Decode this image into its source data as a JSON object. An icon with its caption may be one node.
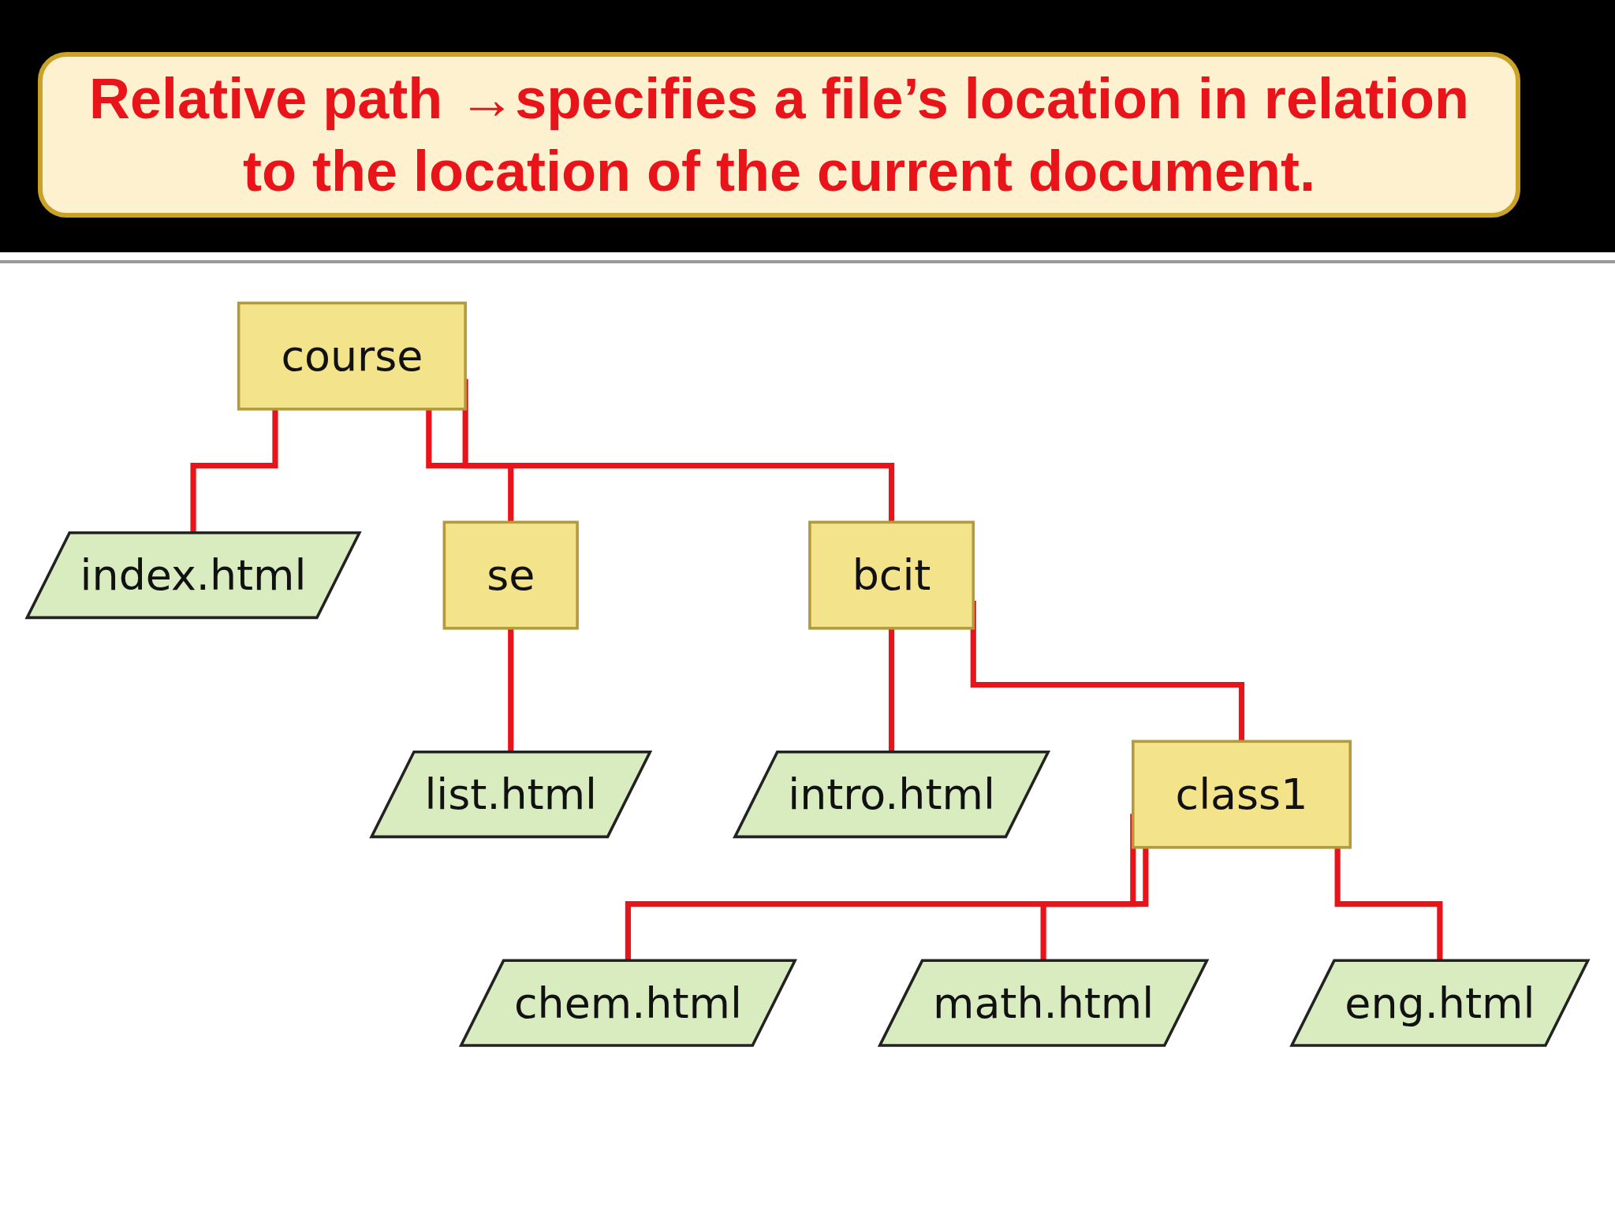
{
  "diagram": {
    "title": "Relative path →specifies a file’s location in relation to the location of the current document.",
    "nodes": [
      {
        "text": [
          "course"
        ]
      },
      {
        "text": [
          "index.html"
        ]
      },
      {
        "text": [
          "se"
        ]
      },
      {
        "text": [
          "bcit"
        ]
      },
      {
        "text": [
          "list.html"
        ]
      },
      {
        "text": [
          "intro.html"
        ]
      },
      {
        "text": [
          "class1"
        ]
      },
      {
        "text": [
          "chem.html"
        ]
      },
      {
        "text": [
          "math.html"
        ]
      },
      {
        "text": [
          "eng.html"
        ]
      }
    ],
    "edges": [
      {
        "from": 0,
        "to": 1,
        "arrow": "none"
      },
      {
        "from": 0,
        "to": 2,
        "arrow": "none"
      },
      {
        "from": 0,
        "to": 3,
        "arrow": "none"
      },
      {
        "from": 2,
        "to": 4,
        "arrow": "none"
      },
      {
        "from": 3,
        "to": 5,
        "arrow": "none"
      },
      {
        "from": 3,
        "to": 6,
        "arrow": "none"
      },
      {
        "from": 6,
        "to": 7,
        "arrow": "none"
      },
      {
        "from": 6,
        "to": 8,
        "arrow": "none"
      },
      {
        "from": 6,
        "to": 9,
        "arrow": "none"
      }
    ]
  }
}
